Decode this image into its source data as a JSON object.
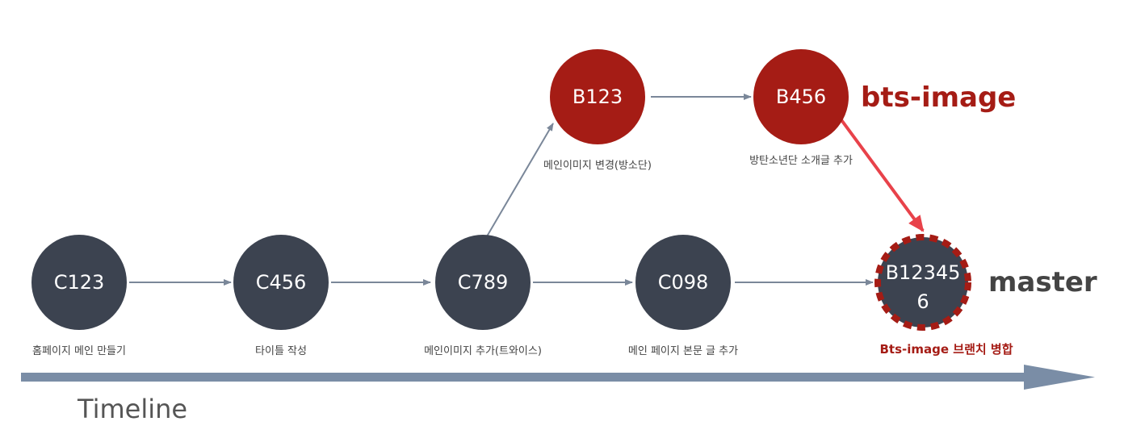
{
  "colors": {
    "master_node": "#3c4350",
    "branch_node": "#a51c15",
    "arrow": "#7a8799",
    "merge_arrow": "#e8424a",
    "branch_label": "#a51c15",
    "master_label": "#444444",
    "merge_caption": "#a51c15",
    "timeline_bar": "#7a8da6"
  },
  "commits": {
    "c123": {
      "label": "C123",
      "caption": "홈페이지 메인 만들기"
    },
    "c456": {
      "label": "C456",
      "caption": "타이틀 작성"
    },
    "c789": {
      "label": "C789",
      "caption": "메인이미지 추가(트와이스)"
    },
    "c098": {
      "label": "C098",
      "caption": "메인 페이지 본문 글 추가"
    },
    "b123": {
      "label": "B123",
      "caption": "메인이미지 변경(방소단)"
    },
    "b456": {
      "label": "B456",
      "caption": "방탄소년단 소개글 추가"
    },
    "merge": {
      "label_line1": "B12345",
      "label_line2": "6",
      "caption": "Bts-image 브랜치 병합"
    }
  },
  "branches": {
    "feature": "bts-image",
    "main": "master"
  },
  "timeline": {
    "label": "Timeline"
  }
}
